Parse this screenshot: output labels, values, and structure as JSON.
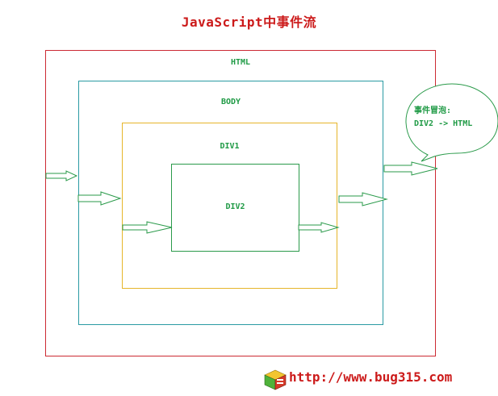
{
  "title": "JavaScript中事件流",
  "boxes": {
    "html": "HTML",
    "body": "BODY",
    "div1": "DIV1",
    "div2": "DIV2"
  },
  "bubble": {
    "line1": "事件冒泡:",
    "line2": "DIV2 -> HTML"
  },
  "footer": {
    "url": "http://www.bug315.com",
    "logo_icon": "cube-logo-icon"
  },
  "colors": {
    "title": "#cc1a1a",
    "html_box": "#cc2a33",
    "body_box": "#2a9aa3",
    "div1_box": "#e6b52a",
    "div2_box": "#2a9a4a",
    "arrow": "#2a9a4a"
  }
}
